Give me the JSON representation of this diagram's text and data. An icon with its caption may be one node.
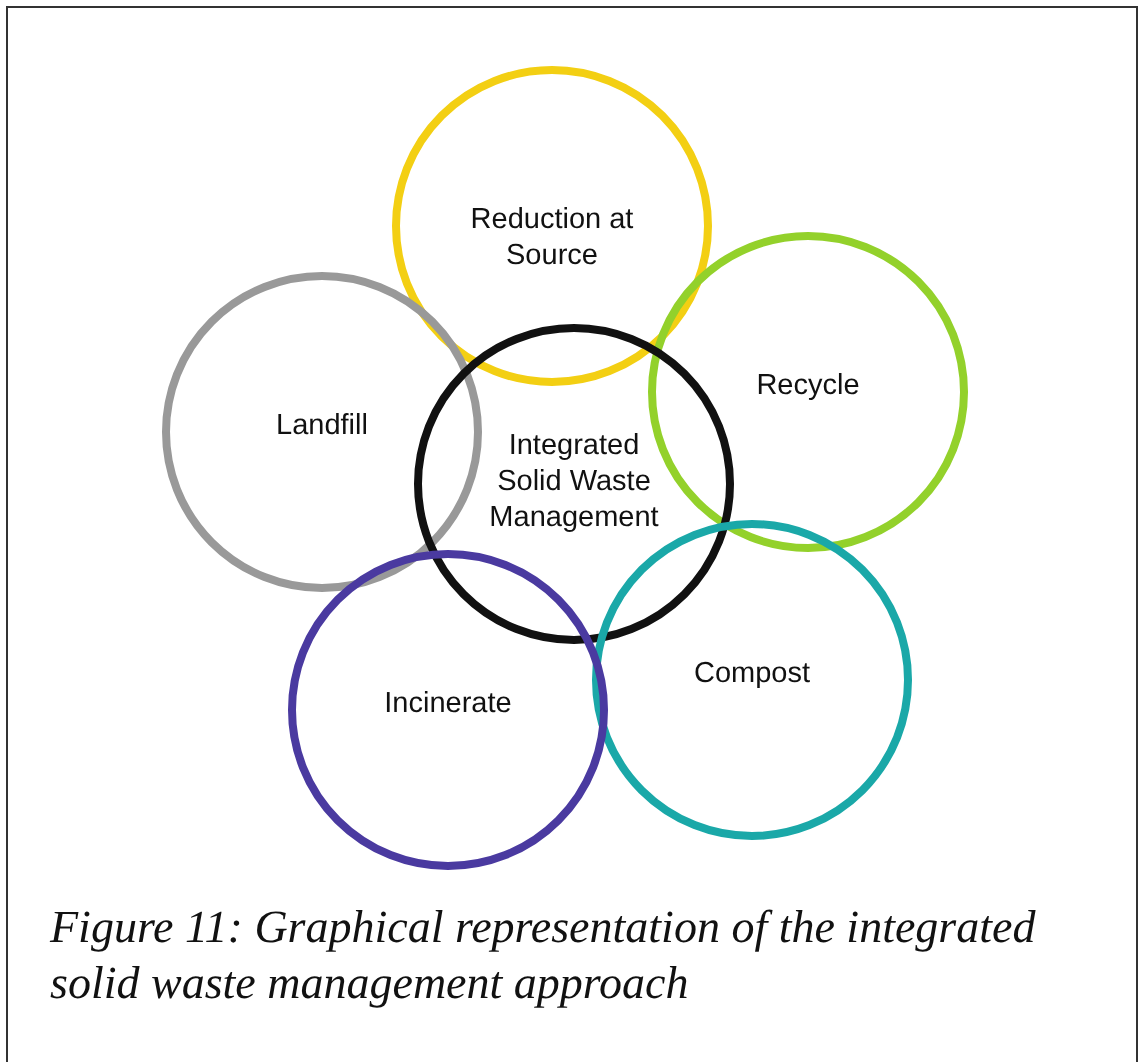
{
  "diagram": {
    "caption": "Figure 11: Graphical representation of the integrated solid waste management approach",
    "nodes": [
      {
        "text": [
          "Reduction at Source"
        ]
      },
      {
        "text": [
          "Landfill"
        ]
      },
      {
        "text": [
          "Recycle"
        ]
      },
      {
        "text": [
          "Integrated Solid Waste Management"
        ]
      },
      {
        "text": [
          "Compost"
        ]
      },
      {
        "text": [
          "Incinerate"
        ]
      }
    ],
    "edges": []
  }
}
